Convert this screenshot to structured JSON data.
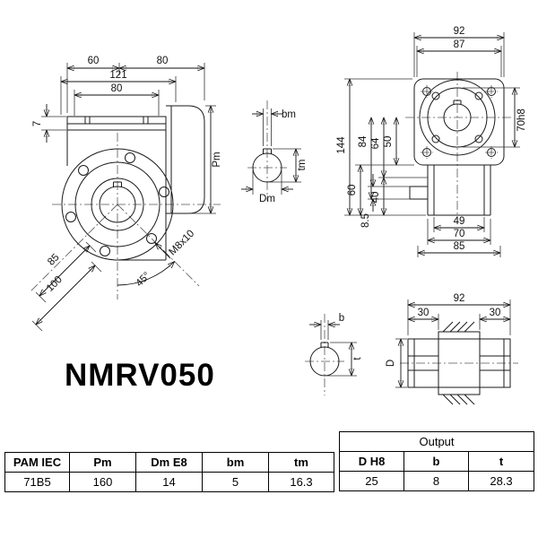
{
  "title": "NMRV050",
  "views": {
    "front": {
      "dim_60": "60",
      "dim_80_top": "80",
      "dim_121": "121",
      "dim_80": "80",
      "dim_7": "7",
      "dim_pm": "Pm",
      "dim_85": "85",
      "dim_100": "100",
      "dim_m8x10": "M8x10",
      "dim_45deg": "45°"
    },
    "input_shaft": {
      "dim_bm": "bm",
      "dim_tm": "tm",
      "dim_dm": "Dm"
    },
    "rear": {
      "dim_92": "92",
      "dim_87": "87",
      "dim_144": "144",
      "dim_84": "84",
      "dim_64": "64",
      "dim_50": "50",
      "dim_40": "40",
      "dim_60": "60",
      "dim_8_5": "8.5",
      "dim_70h8": "70h8",
      "dim_49": "49",
      "dim_70": "70",
      "dim_85": "85"
    },
    "output_shaft_section": {
      "dim_b": "b",
      "dim_t": "t"
    },
    "output_shaft": {
      "dim_92": "92",
      "dim_30_left": "30",
      "dim_30_right": "30",
      "dim_d": "D"
    }
  },
  "tables": {
    "specs": {
      "headers": [
        "PAM IEC",
        "Pm",
        "Dm E8",
        "bm",
        "tm"
      ],
      "row": [
        "71B5",
        "160",
        "14",
        "5",
        "16.3"
      ]
    },
    "output": {
      "title": "Output",
      "headers": [
        "D H8",
        "b",
        "t"
      ],
      "row": [
        "25",
        "8",
        "28.3"
      ]
    }
  }
}
